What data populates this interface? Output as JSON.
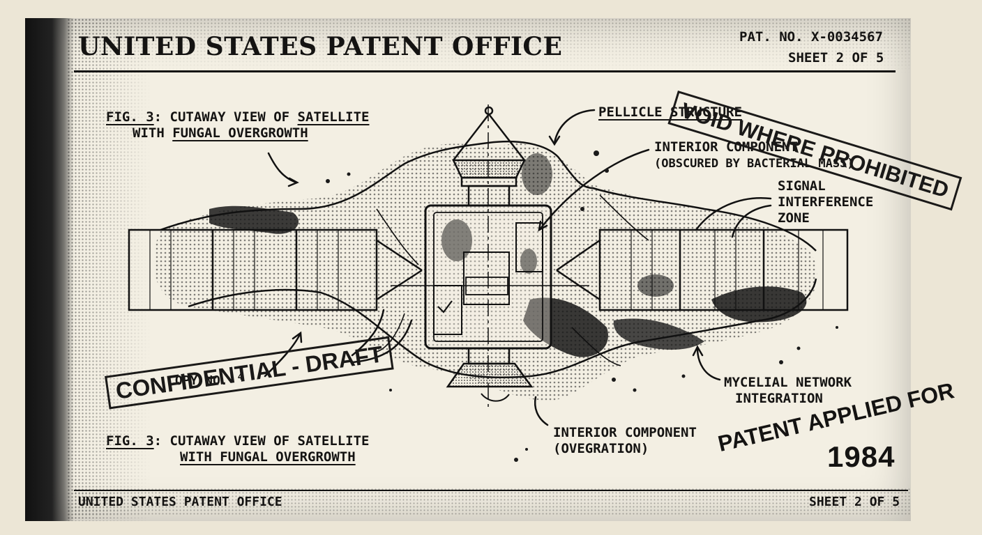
{
  "header": {
    "office": "UNITED STATES PATENT OFFICE",
    "patent_number": "PAT. NO. X-0034567",
    "sheet": "SHEET 2 OF 5"
  },
  "figure": {
    "top_caption_fig": "FIG. 3",
    "top_caption_line1": ": CUTAWAY VIEW OF ",
    "top_caption_satellite": "SATELLITE",
    "top_caption_with": "WITH ",
    "top_caption_line2": "FUNGAL OVERGROWTH",
    "bottom_caption_fig": "FIG. 3",
    "bottom_caption_line1": ": CUTAWAY VIEW OF SATELLITE",
    "bottom_caption_line2": "WITH FUNGAL OVERGROWTH"
  },
  "callouts": {
    "pellicle": "PELLICLE STRUCTURE",
    "interior_obscured_1": "INTERIOR COMPONENT",
    "interior_obscured_2": "(OBSCURED BY BACTERIAL MASS)",
    "signal_1": "SIGNAL",
    "signal_2": "INTERFERENCE",
    "signal_3": "ZONE",
    "mycelial_1": "MYCELIAL NETWORK",
    "mycelial_2": "INTEGRATION",
    "interior_veg_1": "INTERIOR COMPONENT",
    "interior_veg_2": "(OVEGRATION)"
  },
  "stamps": {
    "void": "VOID WHERE PROHIBITED",
    "confidential": "CONFIDENTIAL - DRAFT",
    "copy_no": "COPY NO.",
    "copy_number": "4",
    "patent_applied": "PATENT APPLIED FOR",
    "year": "1984"
  },
  "footer": {
    "left": "UNITED STATES PATENT OFFICE",
    "right": "SHEET 2 OF 5"
  }
}
